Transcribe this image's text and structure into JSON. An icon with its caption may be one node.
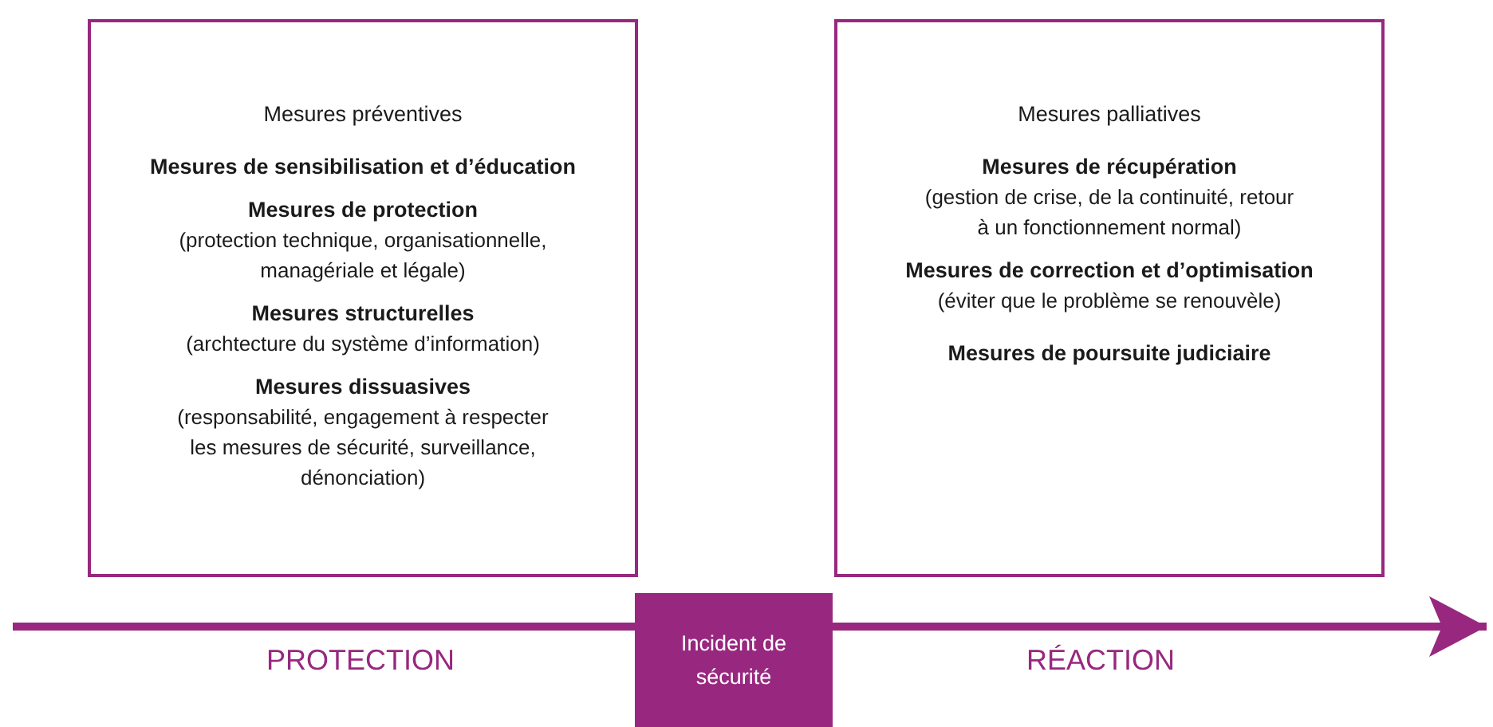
{
  "diagram": {
    "nodes": [
      {
        "text": [
          "Mesures préventives",
          "Mesures de sensibilisation et d’éducation",
          "Mesures de protection",
          "(protection technique, organisationnelle, managériale et légale)",
          "Mesures structurelles",
          "(archtecture du système d’information)",
          "Mesures dissuasives",
          "(responsabilité, engagement à respecter les mesures de sécurité, surveillance, dénonciation)"
        ]
      },
      {
        "text": [
          "Mesures palliatives",
          "Mesures de récupération",
          "(gestion de crise, de la continuité, retour à un fonctionnement normal)",
          "Mesures de correction et d’optimisation",
          "(éviter que le problème se renouvèle)",
          "Mesures de poursuite judiciaire"
        ]
      },
      {
        "text": [
          "Incident de sécurité"
        ]
      }
    ],
    "edges": [
      {
        "from": null,
        "to": 2,
        "arrow": "none"
      },
      {
        "from": 2,
        "to": null,
        "arrow": "to"
      }
    ],
    "labels": [
      "PROTECTION",
      "RÉACTION"
    ]
  }
}
